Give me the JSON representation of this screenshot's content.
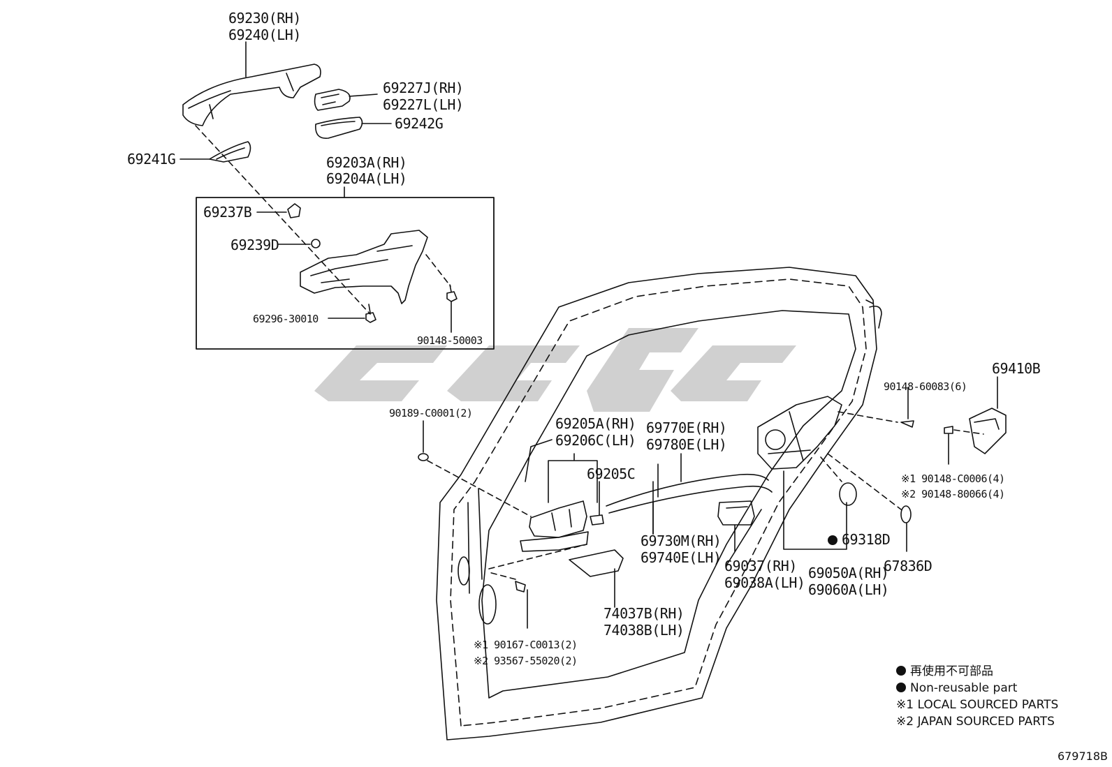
{
  "labels": {
    "p69230": "69230(RH)",
    "p69240": "69240(LH)",
    "p69227J": "69227J(RH)",
    "p69227L": "69227L(LH)",
    "p69242G": "69242G",
    "p69241G": "69241G",
    "p69203A": "69203A(RH)",
    "p69204A": "69204A(LH)",
    "p69237B": "69237B",
    "p69239D": "69239D",
    "p69296": "69296-30010",
    "p90148_50003": "90148-50003",
    "p90189": "90189-C0001(2)",
    "p69205A": "69205A(RH)",
    "p69206C": "69206C(LH)",
    "p69770E": "69770E(RH)",
    "p69780E": "69780E(LH)",
    "p69205C": "69205C",
    "p69730M": "69730M(RH)",
    "p69740E": "69740E(LH)",
    "p69037": "69037(RH)",
    "p69038A": "69038A(LH)",
    "p69318D": "69318D",
    "p69050A": "69050A(RH)",
    "p69060A": "69060A(LH)",
    "p67836D": "67836D",
    "p74037B": "74037B(RH)",
    "p74038B": "74038B(LH)",
    "p90167": "※1 90167-C0013(2)",
    "p93567": "※2 93567-55020(2)",
    "p90148_60083": "90148-60083(6)",
    "p69410B": "69410B",
    "p90148_C0006": "※1 90148-C0006(4)",
    "p90148_80066": "※2 90148-80066(4)"
  },
  "legend": {
    "jp": "再使用不可部品",
    "en": "Non-reusable part",
    "local": "※1 LOCAL SOURCED PARTS",
    "japan": "※2 JAPAN SOURCED PARTS"
  },
  "reference": "679718B",
  "colors": {
    "ink": "#111111",
    "watermark": "#c8c8c8"
  }
}
